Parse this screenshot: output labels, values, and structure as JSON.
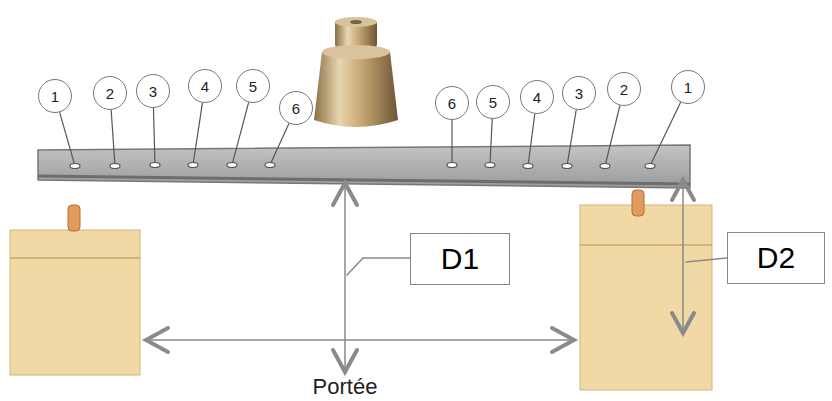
{
  "diagram": {
    "nodes": [
      {
        "text": [
          "1"
        ]
      },
      {
        "text": [
          "2"
        ]
      },
      {
        "text": [
          "3"
        ]
      },
      {
        "text": [
          "4"
        ]
      },
      {
        "text": [
          "5"
        ]
      },
      {
        "text": [
          "6"
        ]
      },
      {
        "text": [
          "6"
        ]
      },
      {
        "text": [
          "5"
        ]
      },
      {
        "text": [
          "4"
        ]
      },
      {
        "text": [
          "3"
        ]
      },
      {
        "text": [
          "2"
        ]
      },
      {
        "text": [
          "1"
        ]
      },
      {
        "text": [
          "D1"
        ]
      },
      {
        "text": [
          "D2"
        ]
      }
    ],
    "labels": [
      "Portée"
    ]
  }
}
